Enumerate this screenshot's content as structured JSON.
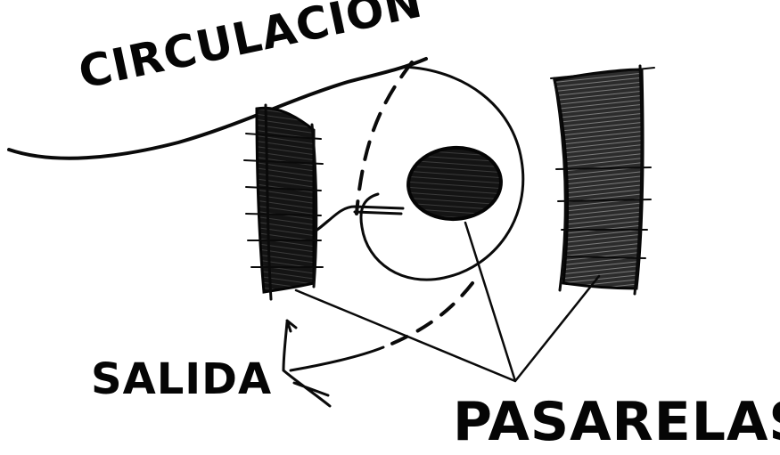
{
  "labels": {
    "circulation": "CIRCULACION",
    "exit": "SALIDA",
    "walkways": "PASARELAS"
  },
  "colors": {
    "ink": "#0a0a0a",
    "paper": "#ffffff"
  }
}
